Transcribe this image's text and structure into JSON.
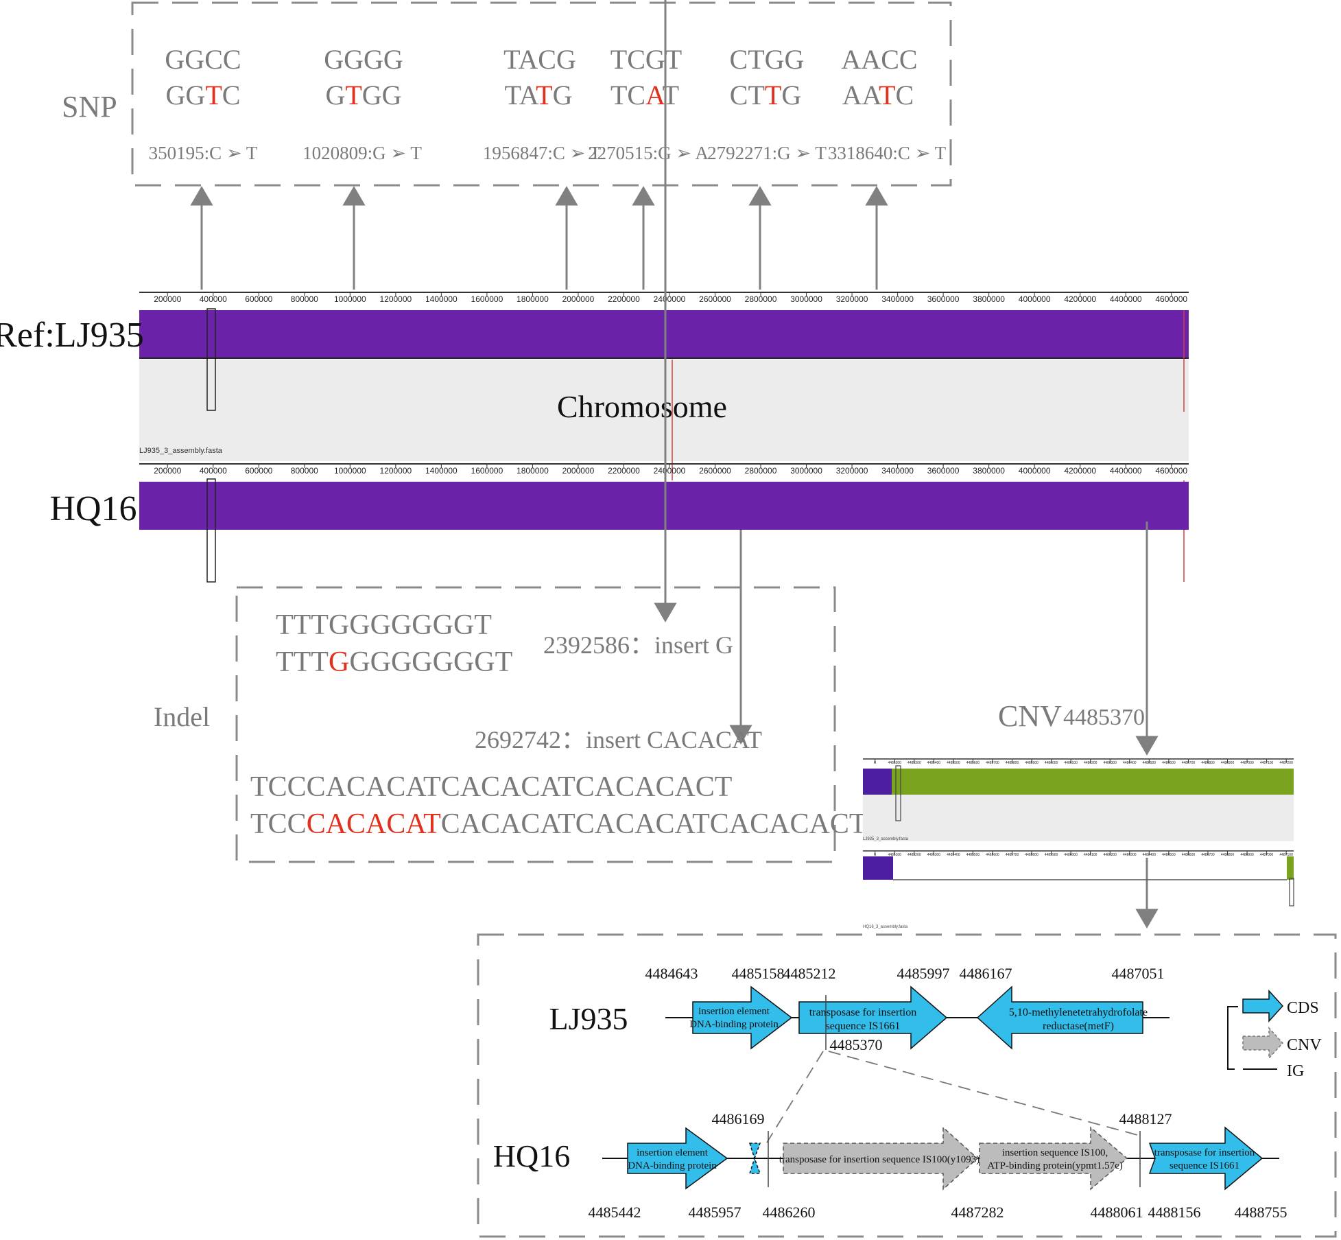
{
  "snp": {
    "label": "SNP",
    "items": [
      {
        "ref": "GGCC",
        "alt_pre": "GG",
        "alt_mut": "T",
        "alt_post": "C",
        "pos": "350195:C",
        "change": "T"
      },
      {
        "ref": "GGGG",
        "alt_pre": "G",
        "alt_mut": "T",
        "alt_post": "GG",
        "pos": "1020809:G",
        "change": "T"
      },
      {
        "ref": "TACG",
        "alt_pre": "TA",
        "alt_mut": "T",
        "alt_post": "G",
        "pos": "1956847:C",
        "change": "T"
      },
      {
        "ref": "TCGT",
        "alt_pre": "TC",
        "alt_mut": "A",
        "alt_post": "T",
        "pos": "2270515:G",
        "change": "A"
      },
      {
        "ref": "CTGG",
        "alt_pre": "CT",
        "alt_mut": "T",
        "alt_post": "G",
        "pos": "2792271:G",
        "change": "T"
      },
      {
        "ref": "AACC",
        "alt_pre": "AA",
        "alt_mut": "T",
        "alt_post": "C",
        "pos": "3318640:C",
        "change": "T"
      }
    ]
  },
  "genome": {
    "ref_label": "Ref:LJ935",
    "query_label": "HQ16",
    "chromosome_label": "Chromosome",
    "file_label": "LJ935_3_assembly.fasta",
    "ticks": [
      "200000",
      "400000",
      "600000",
      "800000",
      "1000000",
      "1200000",
      "1400000",
      "1600000",
      "1800000",
      "2000000",
      "2200000",
      "2400000",
      "2600000",
      "2800000",
      "3000000",
      "3200000",
      "3400000",
      "3600000",
      "3800000",
      "4000000",
      "4200000",
      "4400000",
      "4600000"
    ]
  },
  "indel": {
    "label": "Indel",
    "seq1_ref": "TTTGGGGGGGT",
    "seq1_alt_pre": "TTT",
    "seq1_alt_ins": "G",
    "seq1_alt_post": "GGGGGGGT",
    "note1": "2392586：insert G",
    "note2": "2692742：insert CACACAT",
    "seq2_ref": "TCCCACACATCACACATCACACACT",
    "seq2_alt_pre": "TCC",
    "seq2_alt_ins": "CACACAT",
    "seq2_alt_post": "CACACATCACACATCACACACT"
  },
  "cnv_title": {
    "label": "CNV",
    "pos": "4485370"
  },
  "mini": {
    "top_ticks": [
      "0",
      "4485200",
      "4485300",
      "4485400",
      "4485500",
      "4485600",
      "4485700",
      "4485800",
      "4485900",
      "4486000",
      "4486100",
      "4486200",
      "4486300",
      "4486400",
      "4486500",
      "4486600",
      "4486700",
      "4486800",
      "4486900",
      "4487000",
      "4487100",
      "4487200"
    ],
    "bottom_ticks": [
      "0",
      "4485100",
      "4485200",
      "4485300",
      "4485400",
      "4485500",
      "4485600",
      "4485700",
      "4485800",
      "4485900",
      "4486000",
      "4486100",
      "4486200",
      "4486300",
      "4486400",
      "4486500",
      "4486600",
      "4486700",
      "4486800",
      "4486900",
      "4487000",
      "4487100"
    ],
    "file_top": "LJ935_3_assembly.fasta",
    "file_bottom": "HQ16_3_assembly.fasta"
  },
  "cnv_detail": {
    "lj935_label": "LJ935",
    "hq16_label": "HQ16",
    "lj_positions": [
      "4484643",
      "4485158",
      "4485212",
      "4485997",
      "4486167",
      "4487051"
    ],
    "lj_mid": "4485370",
    "lj_genes": [
      {
        "l1": "insertion element",
        "l2": "DNA-binding protein"
      },
      {
        "l1": "transposase for insertion",
        "l2": "sequence IS1661"
      },
      {
        "l1": "5,10-methylenetetrahydrofolate",
        "l2": "reductase(metF)"
      }
    ],
    "hq_top_positions": [
      "4486169",
      "4488127"
    ],
    "hq_bottom_positions": [
      "4485442",
      "4485957",
      "4486260",
      "4487282",
      "4488061",
      "4488156",
      "4488755"
    ],
    "hq_genes": [
      {
        "l1": "insertion element",
        "l2": "DNA-binding protein"
      },
      {
        "l1": "transposase for insertion sequence IS100(y1093)",
        "l2": ""
      },
      {
        "l1": "insertion sequence IS100,",
        "l2": "ATP-binding protein(ypmt1.57c)"
      },
      {
        "l1": "transposase for insertion",
        "l2": "sequence IS1661"
      }
    ],
    "legend": [
      "CDS",
      "CNV",
      "IG"
    ]
  },
  "colors": {
    "purple": "#6a23a8",
    "green": "#7aa320",
    "cds": "#32bdea",
    "cnv": "#bcbcbc",
    "red": "#e0301e",
    "gray_text": "#7a7a7a"
  }
}
